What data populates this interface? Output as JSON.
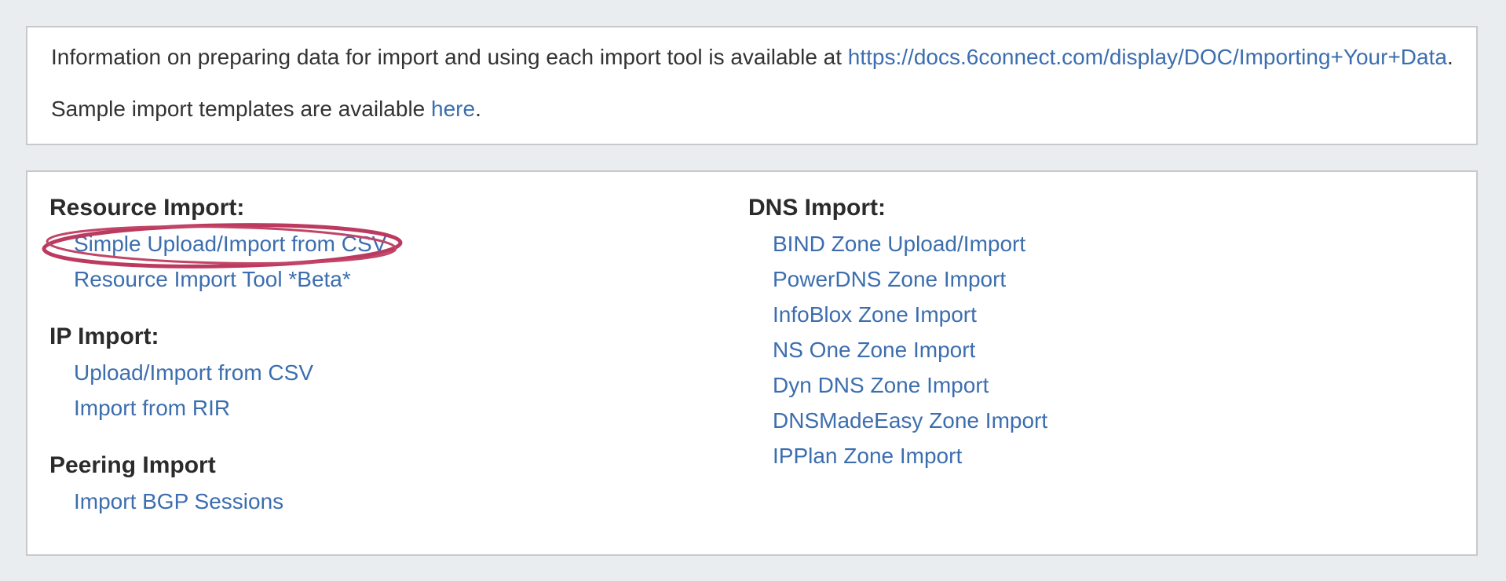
{
  "info_panel": {
    "line1": {
      "prefix": "Information on preparing data for import and using each import tool is available at ",
      "link": "https://docs.6connect.com/display/DOC/Importing+Your+Data",
      "suffix": "."
    },
    "line2": {
      "prefix": "Sample import templates are available ",
      "link": "here",
      "suffix": "."
    }
  },
  "import_panel": {
    "left_sections": [
      {
        "heading": "Resource Import:",
        "links": [
          "Simple Upload/Import from CSV",
          "Resource Import Tool *Beta*"
        ]
      },
      {
        "heading": "IP Import:",
        "links": [
          "Upload/Import from CSV",
          "Import from RIR"
        ]
      },
      {
        "heading": "Peering Import",
        "links": [
          "Import BGP Sessions"
        ]
      }
    ],
    "right_sections": [
      {
        "heading": "DNS Import:",
        "links": [
          "BIND Zone Upload/Import",
          "PowerDNS Zone Import",
          "InfoBlox Zone Import",
          "NS One Zone Import",
          "Dyn DNS Zone Import",
          "DNSMadeEasy Zone Import",
          "IPPlan Zone Import"
        ]
      }
    ]
  },
  "annotation": {
    "type": "hand-drawn-ellipse",
    "highlights": "Simple Upload/Import from CSV",
    "color": "#bc3a60"
  },
  "colors": {
    "page_background": "#e9edf0",
    "panel_background": "#ffffff",
    "panel_border": "#c9c9c9",
    "link": "#3c6eaf",
    "heading": "#2b2b2b",
    "body_text": "#333333",
    "annotation": "#bc3a60"
  }
}
